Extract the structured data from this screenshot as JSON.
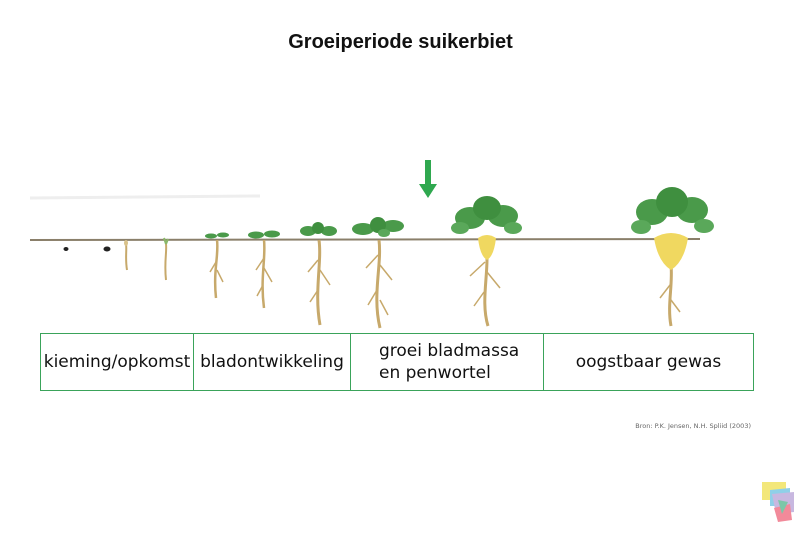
{
  "title": "Groeiperiode suikerbiet",
  "stages": [
    {
      "label": "kieming/opkomst"
    },
    {
      "label": "bladontwikkeling"
    },
    {
      "label": "groei bladmassa\nen penwortel"
    },
    {
      "label": "oogstbaar gewas"
    }
  ],
  "source": "Bron: P.K. Jensen, N.H. Spliid (2003)",
  "colors": {
    "soil_line": "#8a7f6a",
    "leaf": "#4a9a4a",
    "root": "#c7a96b",
    "beet": "#f0d860",
    "arrow": "#2fa84f",
    "stage_border": "#3aa35a"
  },
  "icons": [
    "down-arrow-icon",
    "seed-icon",
    "seedling-icon",
    "beet-plant-icon",
    "logo-icon"
  ]
}
